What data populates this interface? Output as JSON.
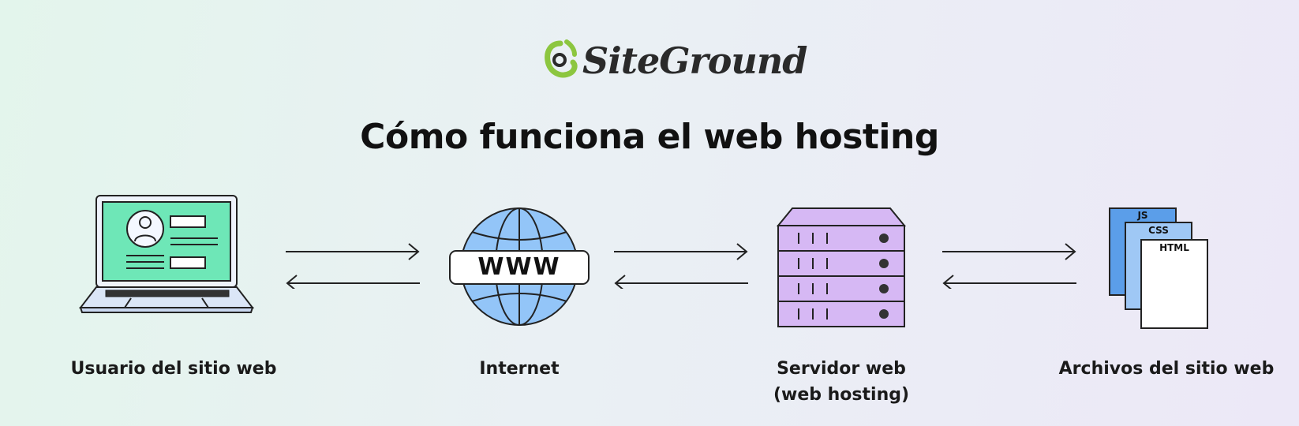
{
  "logo": {
    "text": "SiteGround",
    "icon": "siteground-swirl-icon",
    "color": "#8cc63f"
  },
  "title": "Cómo funciona el web hosting",
  "nodes": [
    {
      "id": "user",
      "label": "Usuario del sitio web",
      "icon": "laptop-profile-icon",
      "color": "#6ee7b7"
    },
    {
      "id": "internet",
      "label": "Internet",
      "badge": "WWW",
      "icon": "globe-icon",
      "color": "#93c5f8"
    },
    {
      "id": "server",
      "label_line1": "Servidor web",
      "label_line2": "(web hosting)",
      "icon": "server-rack-icon",
      "color": "#d6b8f4"
    },
    {
      "id": "files",
      "label": "Archivos del sitio web",
      "icon": "stacked-files-icon",
      "files": [
        "JS",
        "CSS",
        "HTML"
      ],
      "color": "#6ba8f0"
    }
  ],
  "colors": {
    "stroke": "#222222",
    "laptop_screen": "#6ee7b7",
    "laptop_base": "#dbe6f7",
    "globe": "#93c5f8",
    "server": "#d6b8f4",
    "file_js": "#5b9ee9",
    "file_css": "#9fc8f5",
    "file_html": "#ffffff"
  }
}
